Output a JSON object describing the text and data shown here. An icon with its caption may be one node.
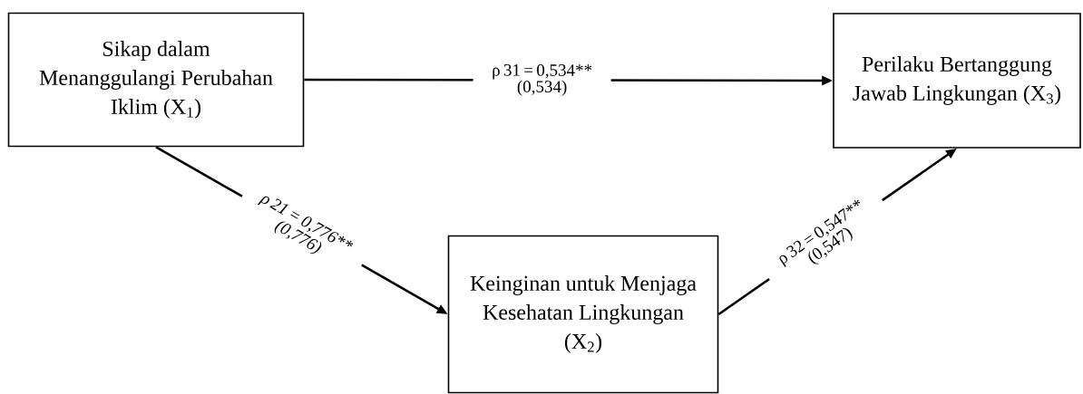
{
  "diagram": {
    "nodes": [
      {
        "text": [
          "Sikap dalam Menanggulangi Perubahan Iklim (X$_{1}$)"
        ]
      },
      {
        "text": [
          "Perilaku Bertanggung Jawab Lingkungan (X$_{3}$)"
        ]
      },
      {
        "text": [
          "Keinginan untuk Menjaga Kesehatan Lingkungan (X$_{2}$)"
        ]
      }
    ],
    "edges": [
      {
        "from": 0,
        "to": 1,
        "arrow": "to",
        "label": "ρ 31 = 0,534** (0,534)"
      },
      {
        "from": 0,
        "to": 2,
        "arrow": "to",
        "label": "ρ 21 = 0,776** (0,776)"
      },
      {
        "from": 2,
        "to": 1,
        "arrow": "to",
        "label": "ρ 32 = 0,547** (0,547)"
      }
    ]
  }
}
